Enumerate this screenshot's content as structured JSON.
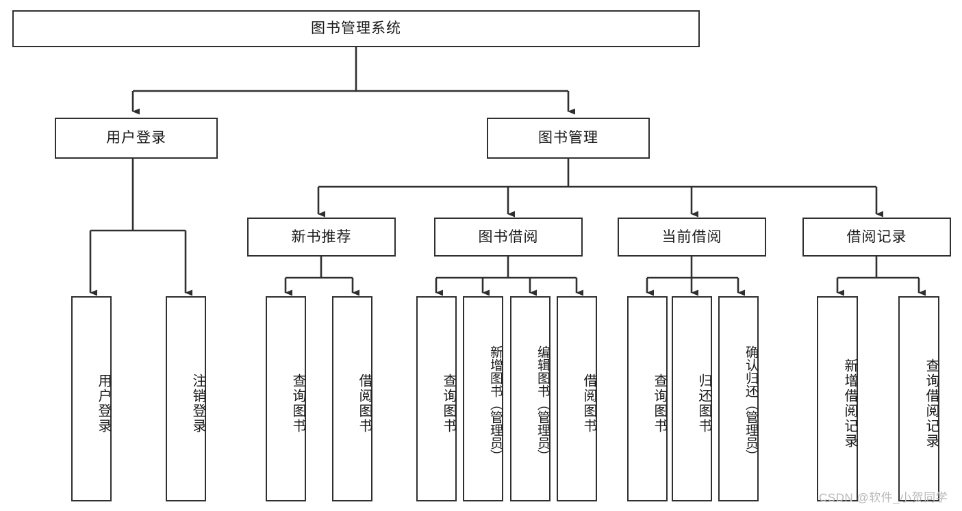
{
  "diagram": {
    "title": "图书管理系统",
    "type": "tree-hierarchy-diagram",
    "root": {
      "label": "图书管理系统"
    },
    "level1": [
      {
        "label": "用户登录"
      },
      {
        "label": "图书管理"
      }
    ],
    "level2": [
      {
        "label": "新书推荐"
      },
      {
        "label": "图书借阅"
      },
      {
        "label": "当前借阅"
      },
      {
        "label": "借阅记录"
      }
    ],
    "leaves": {
      "user_login": [
        {
          "label": "用户登录"
        },
        {
          "label": "注销登录"
        }
      ],
      "new_book_recommend": [
        {
          "label": "查询图书"
        },
        {
          "label": "借阅图书"
        }
      ],
      "book_borrow": [
        {
          "label": "查询图书"
        },
        {
          "label": "新增图书（管理员）"
        },
        {
          "label": "编辑图书（管理员）"
        },
        {
          "label": "借阅图书"
        }
      ],
      "current_borrow": [
        {
          "label": "查询图书"
        },
        {
          "label": "归还图书"
        },
        {
          "label": "确认归还（管理员）"
        }
      ],
      "borrow_record": [
        {
          "label": "新增借阅记录"
        },
        {
          "label": "查询借阅记录"
        }
      ]
    },
    "watermark": "CSDN @软件_小贺同学",
    "colors": {
      "stroke": "#2f2f2f",
      "fill": "#ffffff",
      "text": "#1a1a1a",
      "watermark": "#b9b9b9"
    }
  }
}
